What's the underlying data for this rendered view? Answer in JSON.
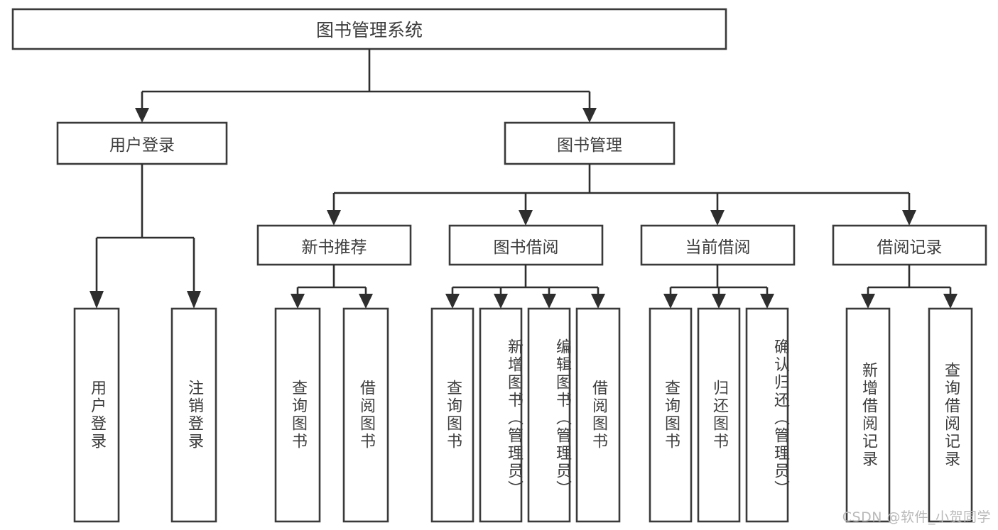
{
  "diagram": {
    "title": "图书管理系统",
    "type": "hierarchy-tree",
    "watermark": "CSDN @软件_小贺同学",
    "colors": {
      "background": "#ffffff",
      "node_fill": "#ffffff",
      "node_border": "#3a3a3a",
      "connector": "#2e2e2e",
      "text": "#3d3d3d",
      "watermark": "#b9b9b9"
    },
    "levels": {
      "root": {
        "label": "图书管理系统"
      },
      "level2": [
        {
          "id": "user-login",
          "label": "用户登录"
        },
        {
          "id": "book-manage",
          "label": "图书管理"
        }
      ],
      "level3": [
        {
          "id": "new-book-recommend",
          "label": "新书推荐",
          "parent": "book-manage"
        },
        {
          "id": "book-borrow",
          "label": "图书借阅",
          "parent": "book-manage"
        },
        {
          "id": "current-borrow",
          "label": "当前借阅",
          "parent": "book-manage"
        },
        {
          "id": "borrow-record",
          "label": "借阅记录",
          "parent": "book-manage"
        }
      ],
      "leaves": [
        {
          "id": "leaf-user-login",
          "label": "用户登录",
          "parent": "user-login"
        },
        {
          "id": "leaf-logout",
          "label": "注销登录",
          "parent": "user-login"
        },
        {
          "id": "leaf-query-book-1",
          "label": "查询图书",
          "parent": "new-book-recommend"
        },
        {
          "id": "leaf-borrow-book-1",
          "label": "借阅图书",
          "parent": "new-book-recommend"
        },
        {
          "id": "leaf-query-book-2",
          "label": "查询图书",
          "parent": "book-borrow"
        },
        {
          "id": "leaf-add-book",
          "label": "新增图书（管理员）",
          "parent": "book-borrow"
        },
        {
          "id": "leaf-edit-book",
          "label": "编辑图书（管理员）",
          "parent": "book-borrow"
        },
        {
          "id": "leaf-borrow-book-2",
          "label": "借阅图书",
          "parent": "book-borrow"
        },
        {
          "id": "leaf-query-book-3",
          "label": "查询图书",
          "parent": "current-borrow"
        },
        {
          "id": "leaf-return-book",
          "label": "归还图书",
          "parent": "current-borrow"
        },
        {
          "id": "leaf-confirm-return",
          "label": "确认归还（管理员）",
          "parent": "current-borrow"
        },
        {
          "id": "leaf-add-record",
          "label": "新增借阅记录",
          "parent": "borrow-record"
        },
        {
          "id": "leaf-query-record",
          "label": "查询借阅记录",
          "parent": "borrow-record"
        }
      ]
    }
  }
}
